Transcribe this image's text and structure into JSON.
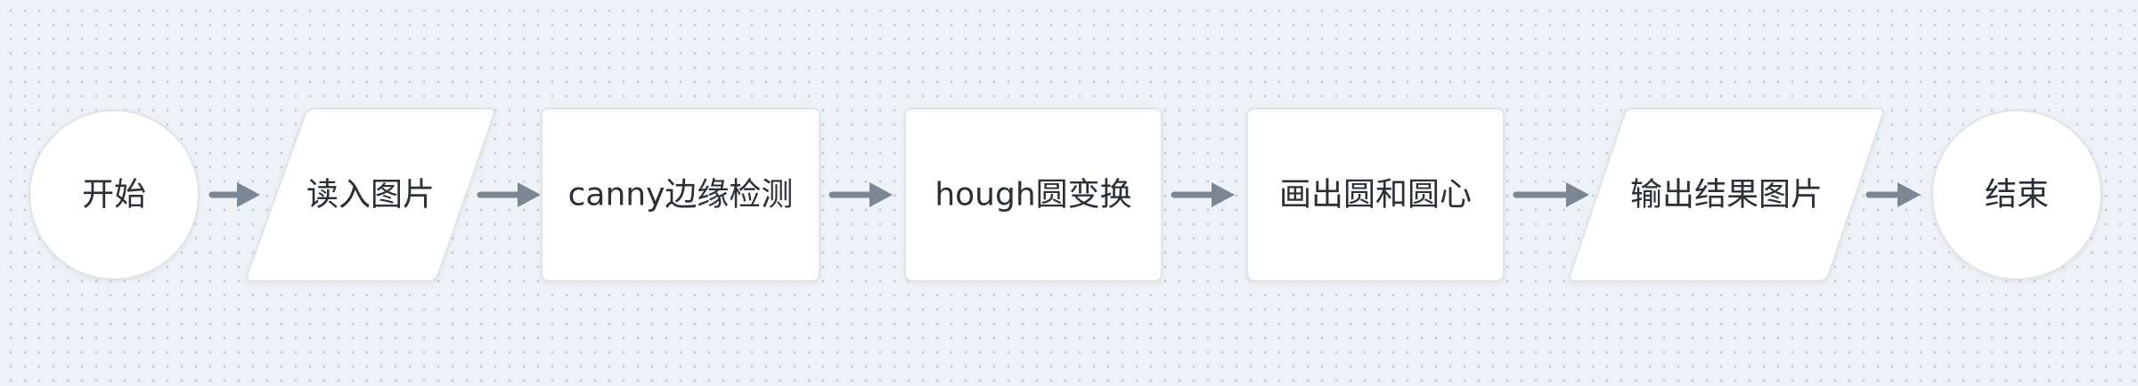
{
  "diagram": {
    "nodes": [
      {
        "id": "start",
        "shape": "circle",
        "label": "开始"
      },
      {
        "id": "read",
        "shape": "parallelogram",
        "label": "读入图片"
      },
      {
        "id": "canny",
        "shape": "rect",
        "label": "canny边缘检测"
      },
      {
        "id": "hough",
        "shape": "rect",
        "label": "hough圆变换"
      },
      {
        "id": "draw",
        "shape": "rect",
        "label": "画出圆和圆心"
      },
      {
        "id": "output",
        "shape": "parallelogram",
        "label": "输出结果图片"
      },
      {
        "id": "end",
        "shape": "circle",
        "label": "结束"
      }
    ],
    "edges": [
      {
        "from": "start",
        "to": "read"
      },
      {
        "from": "read",
        "to": "canny"
      },
      {
        "from": "canny",
        "to": "hough"
      },
      {
        "from": "hough",
        "to": "draw"
      },
      {
        "from": "draw",
        "to": "output"
      },
      {
        "from": "output",
        "to": "end"
      }
    ],
    "colors": {
      "background": "#eef2f6",
      "node_fill": "#ffffff",
      "node_border": "#dfe3e8",
      "arrow": "#7b8794",
      "text": "#2b2f36"
    }
  }
}
